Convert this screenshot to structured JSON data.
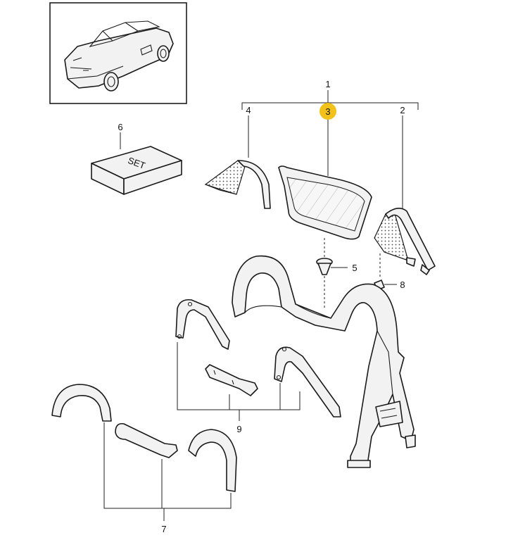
{
  "labels": {
    "callout_1": "1",
    "callout_2": "2",
    "callout_3": "3",
    "callout_4": "4",
    "callout_5": "5",
    "callout_6": "6",
    "callout_7": "7",
    "callout_8": "8",
    "callout_9": "9",
    "set_box": "SET"
  },
  "colors": {
    "highlight": "#f2c21b",
    "line": "#1a1a1a"
  }
}
